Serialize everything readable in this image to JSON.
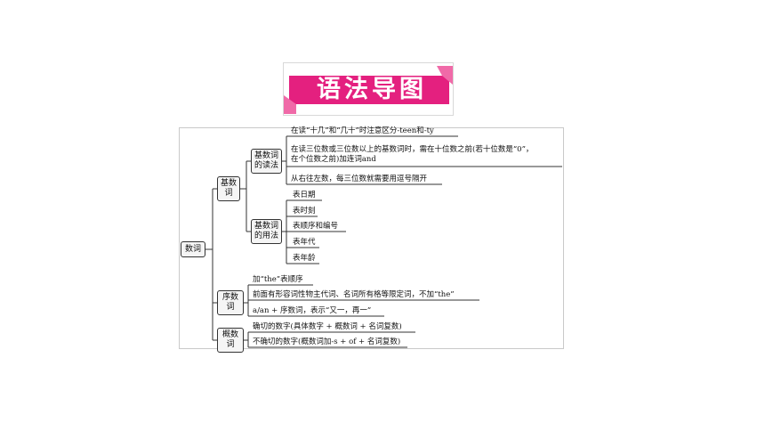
{
  "banner": {
    "title": "语法导图",
    "colors": {
      "accent": "#e4207f",
      "text": "#ffffff"
    }
  },
  "diagram": {
    "root": "数词",
    "branches": [
      {
        "label": "基数\n词",
        "children": [
          {
            "label": "基数词\n的读法",
            "items": [
              "在读“十几”和“几十”时注意区分-teen和-ty",
              "在读三位数或三位数以上的基数词时，需在十位数之前(若十位数是“0”，\n在个位数之前)加连词and",
              "从右往左数，每三位数就需要用逗号隔开"
            ]
          },
          {
            "label": "基数词\n的用法",
            "items": [
              "表日期",
              "表时刻",
              "表顺序和编号",
              "表年代",
              "表年龄"
            ]
          }
        ]
      },
      {
        "label": "序数\n词",
        "items": [
          "加“the”表顺序",
          "前面有形容词性物主代词、名词所有格等限定词，不加“the”",
          "a/an + 序数词，表示“又一，再一”"
        ]
      },
      {
        "label": "概数\n词",
        "items": [
          "确切的数字(具体数字 + 概数词 + 名词复数)",
          "不确切的数字(概数词加-s + of + 名词复数)"
        ]
      }
    ]
  }
}
